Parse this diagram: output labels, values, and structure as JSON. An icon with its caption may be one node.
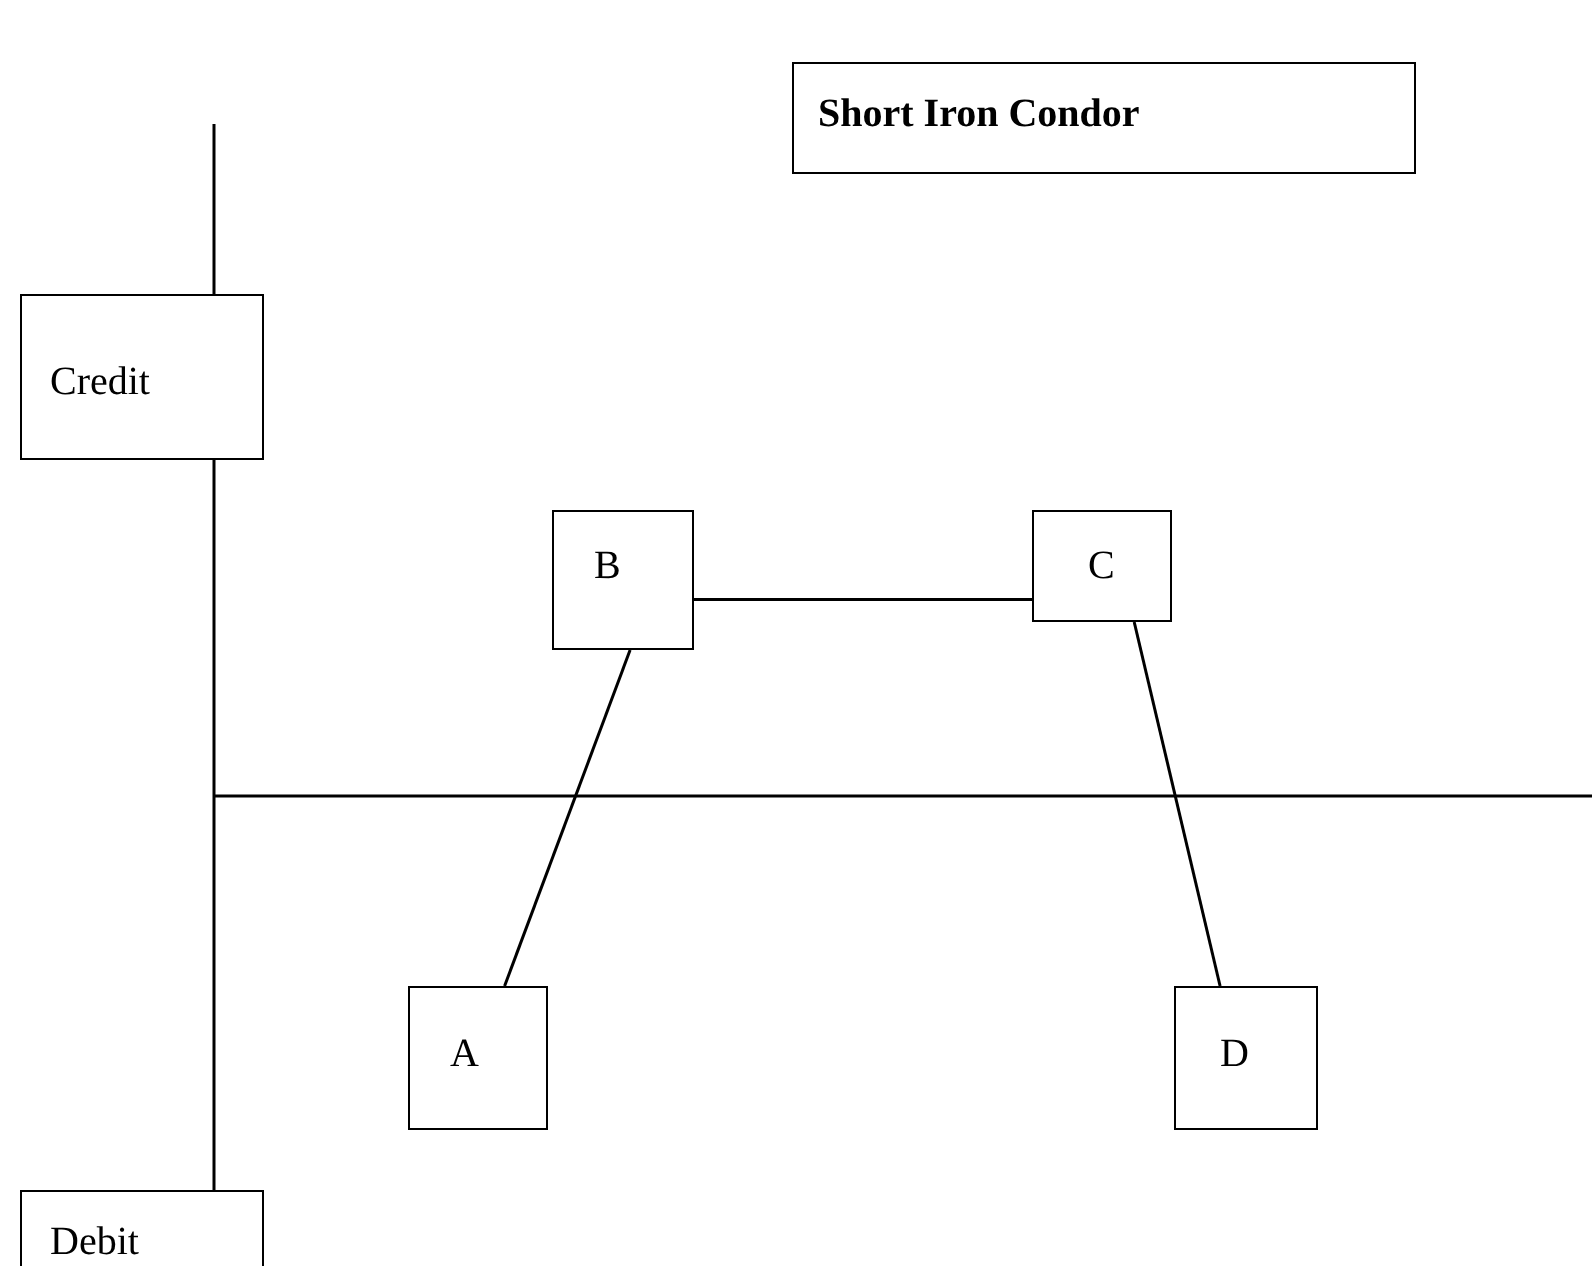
{
  "diagram": {
    "nodes": [
      {
        "text": [
          "Short Iron Condor"
        ]
      },
      {
        "text": [
          "Credit"
        ]
      },
      {
        "text": [
          "B"
        ]
      },
      {
        "text": [
          "C"
        ]
      },
      {
        "text": [
          "A"
        ]
      },
      {
        "text": [
          "D"
        ]
      },
      {
        "text": [
          "Debit"
        ]
      }
    ],
    "edges": [
      {
        "from": 4,
        "to": 2,
        "arrow": "none"
      },
      {
        "from": 2,
        "to": 3,
        "arrow": "none"
      },
      {
        "from": 3,
        "to": 5,
        "arrow": "none"
      }
    ]
  }
}
